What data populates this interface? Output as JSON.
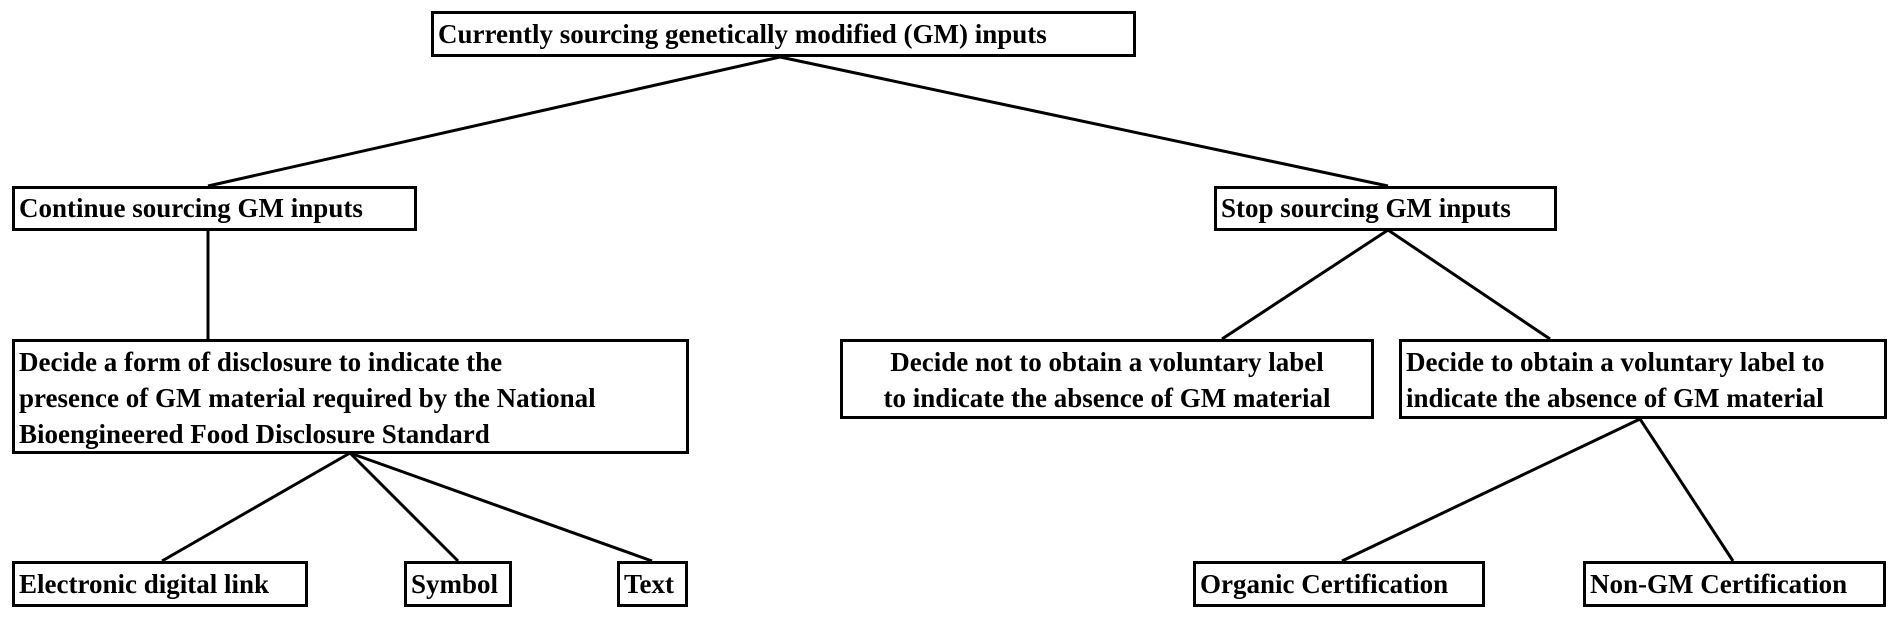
{
  "nodes": {
    "root": "Currently sourcing genetically modified (GM) inputs",
    "continue": "Continue sourcing GM inputs",
    "stop": "Stop sourcing GM inputs",
    "disclosure": [
      "Decide a form of disclosure to indicate the",
      "presence of GM material required by the National",
      "Bioengineered Food Disclosure Standard"
    ],
    "no_label": [
      "Decide not to obtain a voluntary label",
      "to indicate the absence of GM material"
    ],
    "label": [
      "Decide to obtain a voluntary label to",
      "indicate the absence of GM material"
    ],
    "electronic": "Electronic digital link",
    "symbol": "Symbol",
    "text": "Text",
    "organic": "Organic Certification",
    "nongm": "Non-GM Certification"
  },
  "style": {
    "line_color": "#000000",
    "box_border_color": "#000000",
    "background": "#ffffff"
  }
}
